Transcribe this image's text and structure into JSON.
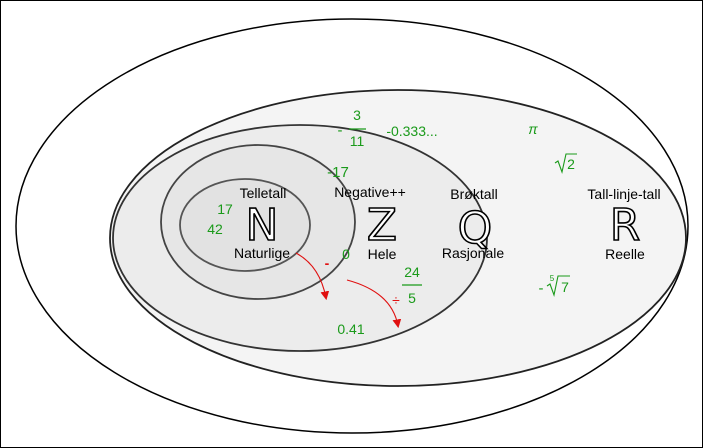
{
  "sets": {
    "naturals": {
      "label_top": "Telletall",
      "symbol": "N",
      "label_bottom": "Naturlige"
    },
    "integers": {
      "label_top": "Negative++",
      "symbol": "Z",
      "label_bottom": "Hele"
    },
    "rationals": {
      "label_top": "Brøktall",
      "symbol": "Q",
      "label_bottom": "Rasjonale"
    },
    "reals": {
      "label_top": "Tall-linje-tall",
      "symbol": "R",
      "label_bottom": "Reelle"
    }
  },
  "examples": {
    "n1": "17",
    "n2": "42",
    "z1": "-17",
    "z2": "0",
    "frac1_sign": "-",
    "frac1_num": "3",
    "frac1_den": "11",
    "dec_repeat": "-0.333...",
    "frac2_num": "24",
    "frac2_den": "5",
    "dec2": "0.41",
    "pi": "π",
    "sqrt2_radicand": "2",
    "root5_sign": "-",
    "root5_index": "5",
    "root5_radicand": "7"
  },
  "operations": {
    "minus": "-",
    "divide": "÷"
  },
  "colors": {
    "example_text": "#1a9a1a",
    "operation_arrow": "#e01010",
    "outer_fill": "#ffffff",
    "reals_fill": "#f4f4f4",
    "rationals_fill": "#ececec",
    "integers_fill": "#e6e6e6",
    "naturals_fill": "#e2e2e2"
  }
}
